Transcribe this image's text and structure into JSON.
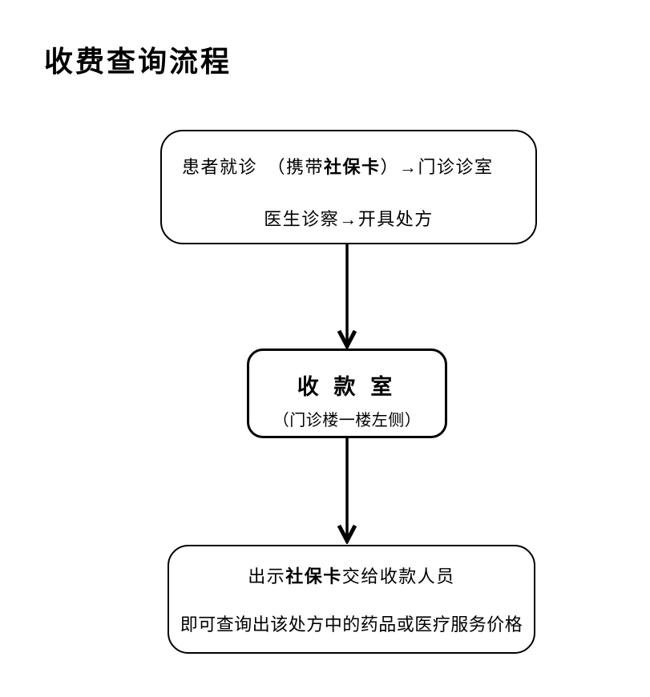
{
  "title": "收费查询流程",
  "colors": {
    "background": "#ffffff",
    "line": "#000000",
    "text": "#000000"
  },
  "flowchart": {
    "box1": {
      "line1_prefix": "患者就诊　（携带",
      "line1_bold": "社保卡",
      "line1_suffix": "）→门诊诊室",
      "line2": "医生诊察→开具处方"
    },
    "box2": {
      "title": "收 款 室",
      "subtitle": "（门诊楼一楼左侧）"
    },
    "box3": {
      "line1_prefix": "出示",
      "line1_bold": "社保卡",
      "line1_suffix": "交给收款人员",
      "line2": "即可查询出该处方中的药品或医疗服务价格"
    },
    "arrows": [
      {
        "id": "arrow-1",
        "direction": "down"
      },
      {
        "id": "arrow-2",
        "direction": "down"
      }
    ]
  }
}
